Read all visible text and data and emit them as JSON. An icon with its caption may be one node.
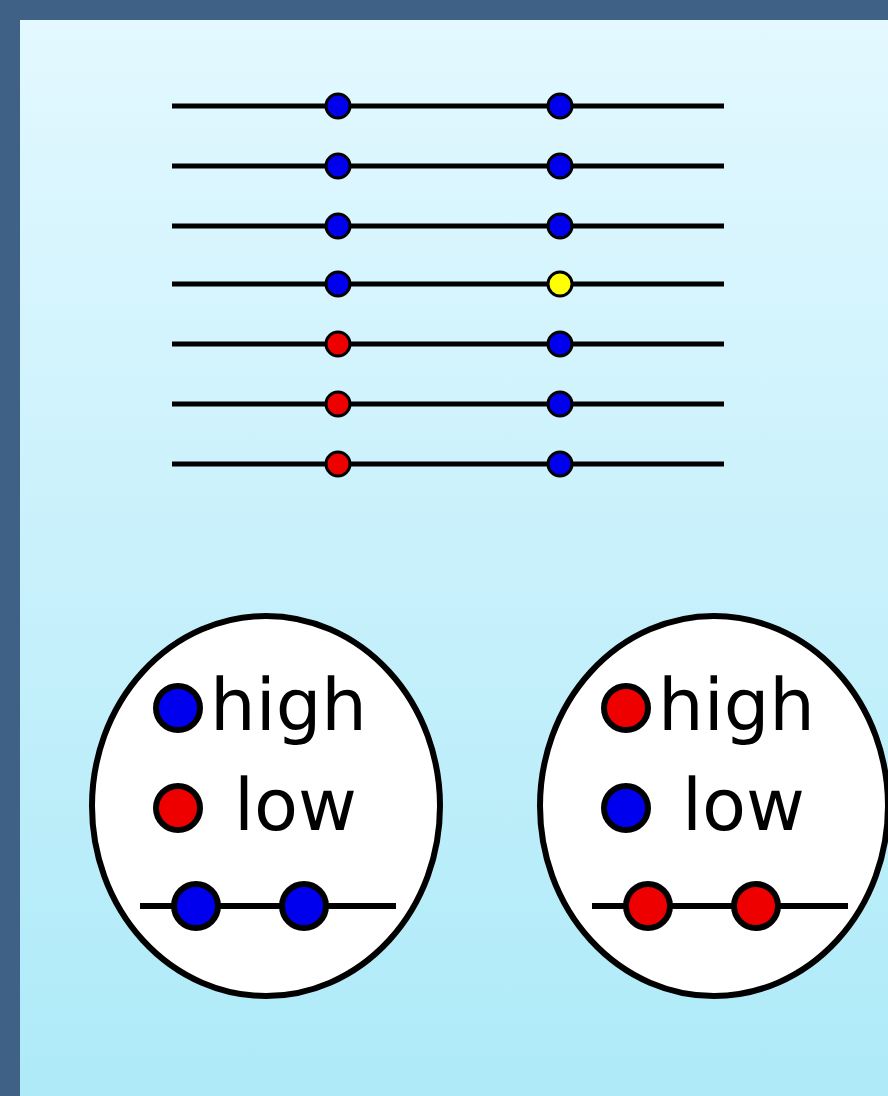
{
  "diagram": {
    "nodes": [
      {
        "text": [
          "high",
          "low"
        ]
      },
      {
        "text": [
          "high",
          "low"
        ]
      }
    ]
  }
}
